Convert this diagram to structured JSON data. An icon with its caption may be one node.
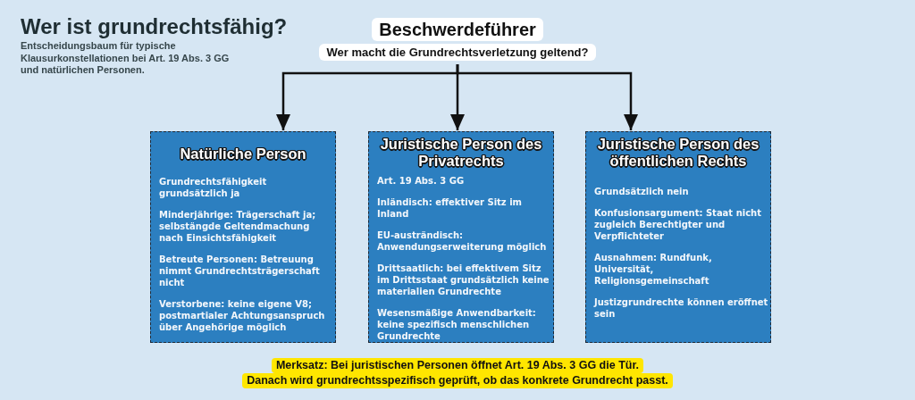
{
  "diagram": {
    "title": "Wer ist grundrechtsfähig?",
    "caption": "Entscheidungsbaum für typische Klausurkonstellationen bei Art. 19 Abs. 3 GG und natürlichen Personen.",
    "nodes": [
      {
        "text": [
          "Beschwerdeführer",
          "Wer macht die Grundrechtsverletzung geltend?"
        ]
      },
      {
        "text": [
          "Natürliche Person",
          "Grundrechtsfähigkeit grundsätzlich ja",
          "Minderjährige: Trägerschaft ja; selbstängde Geltendmachung nach Einsichtsfähigkeit",
          "Betreute Personen: Betreuung nimmt Grundrechtsträgerschaft nicht",
          "Verstorbene: keine eigene V8; postmartialer Achtungsanspruch über Angehörige möglich"
        ]
      },
      {
        "text": [
          "Juristische Person des Privatrechts",
          "Art. 19 Abs. 3 GG",
          "Inländisch: effektiver Sitz im Inland",
          "EU-austrändisch: Anwendungserweiterung möglich",
          "Drittsaatlich: bei effektivem Sitz im Drittsstaat grundsätzlich keine materialien Grundrechte",
          "Wesensmäßige Anwendbarkeit: keine spezifisch menschlichen Grundrechte"
        ]
      },
      {
        "text": [
          "Juristische Person des öffentlichen Rechts",
          "Grundsätzlich nein",
          "Konfusionsargument: Staat nicht zugleich Berechtigter und Verpflichteter",
          "Ausnahmen: Rundfunk, Universität, Religionsgemeinschaft",
          "Justizgrundrechte können eröffnet sein"
        ]
      }
    ],
    "edges": [
      {
        "from": 0,
        "to": 1,
        "arrow": "to"
      },
      {
        "from": 0,
        "to": 2,
        "arrow": "to"
      },
      {
        "from": 0,
        "to": 3,
        "arrow": "to"
      }
    ],
    "labels": [
      "Merksatz: Bei juristischen Personen öffnet Art. 19 Abs. 3 GG die Tür.",
      "Danach wird grundrechtsspezifisch geprüft, ob das konkrete Grundrecht passt."
    ]
  }
}
